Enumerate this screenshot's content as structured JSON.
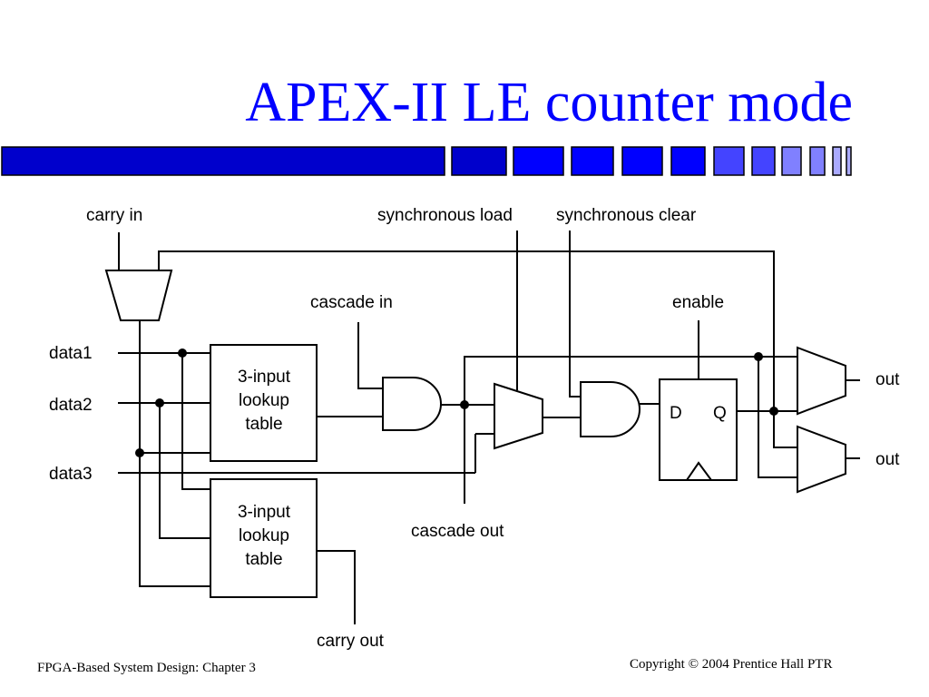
{
  "slide": {
    "title": "APEX-II LE counter mode",
    "footer_left": "FPGA-Based System Design: Chapter 3",
    "footer_right": "Copyright © 2004 Prentice Hall PTR"
  },
  "diagram": {
    "labels": {
      "carry_in": "carry in",
      "synchronous_load": "synchronous load",
      "synchronous_clear": "synchronous clear",
      "cascade_in": "cascade in",
      "enable": "enable",
      "data1": "data1",
      "data2": "data2",
      "data3": "data3",
      "lut_top": [
        "3-input",
        "lookup",
        "table"
      ],
      "lut_bottom": [
        "3-input",
        "lookup",
        "table"
      ],
      "ff_d": "D",
      "ff_q": "Q",
      "cascade_out": "cascade out",
      "carry_out": "carry out",
      "out_top": "out",
      "out_bottom": "out"
    }
  },
  "colors": {
    "title": "#0000ff",
    "bar_dark": "#0000cc",
    "bar_blue": "#0000ff",
    "bar_mid": "#4444ff",
    "bar_light": "#8080ff",
    "bar_pale": "#aaaaff"
  }
}
